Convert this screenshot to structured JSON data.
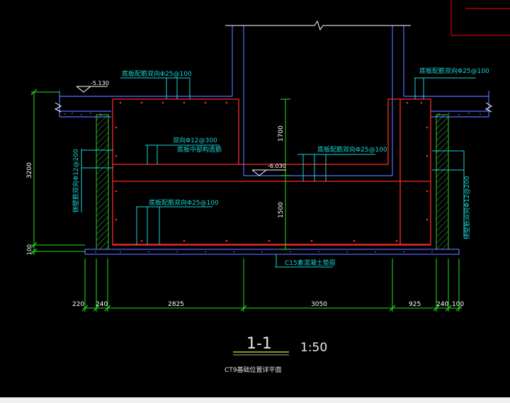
{
  "section": {
    "title": "1-1",
    "scale": "1:50",
    "caption": "CT9基础位置详平面"
  },
  "rebar_labels": {
    "top_left": "底板配筋双向Φ25@100",
    "top_right": "底板配筋双向Φ25@100",
    "mid_two_way": "双向Φ12@300",
    "mid_support": "底板中部构造筋",
    "mid_right": "底板配筋双向Φ25@100",
    "bottom": "底板配筋双向Φ25@100",
    "side_left": "侧壁筋双向Φ12@200",
    "side_right": "侧壁筋双向Φ12@200",
    "cushion": "C15素混凝土垫层"
  },
  "elevations": {
    "top_level": "-5.130",
    "pit_level": "-6.030"
  },
  "vertical_dims": {
    "overall": "3200",
    "base": "100",
    "upper": "1700",
    "lower": "1500"
  },
  "horizontal_dims": [
    "220",
    "240",
    "2825",
    "3050",
    "925",
    "240",
    "100"
  ],
  "colors": {
    "background": "#000000",
    "wall_outline": "#ff2a2a",
    "structure": "#5b6bff",
    "dimension": "#22e022",
    "label": "#19d5d5",
    "hatch": "#33cc33",
    "title": "#e8e8e8",
    "title_underline": "#e8e820",
    "frame": "#ff0000"
  }
}
